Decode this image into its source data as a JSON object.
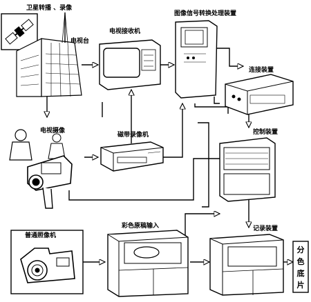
{
  "labels": {
    "satellite": "卫星转播 、录像",
    "tv_station": "电视台",
    "tv_receiver": "电视接收机",
    "signal_processor": "图像信号转换处理装置",
    "connector": "连接装置",
    "tv_camera": "电视摄像",
    "vcr": "磁带录像机",
    "control": "控制装置",
    "still_camera": "普通照像机",
    "color_input": "彩色原稿输入",
    "recorder": "记录装置",
    "output_chars": [
      "分",
      "色",
      "底",
      "片"
    ]
  },
  "icons": {
    "satellite": "satellite-icon",
    "tv_building": "building-icon",
    "tv_set": "television-icon",
    "processor": "cabinet-icon",
    "connector": "junction-box-icon",
    "camera_crew": "video-camera-icon",
    "vcr": "vcr-icon",
    "control": "control-rack-icon",
    "photo_camera": "camera-icon",
    "scanner": "scanner-icon",
    "recorder": "recorder-icon"
  },
  "colors": {
    "ink": "#000000",
    "paper": "#ffffff"
  }
}
